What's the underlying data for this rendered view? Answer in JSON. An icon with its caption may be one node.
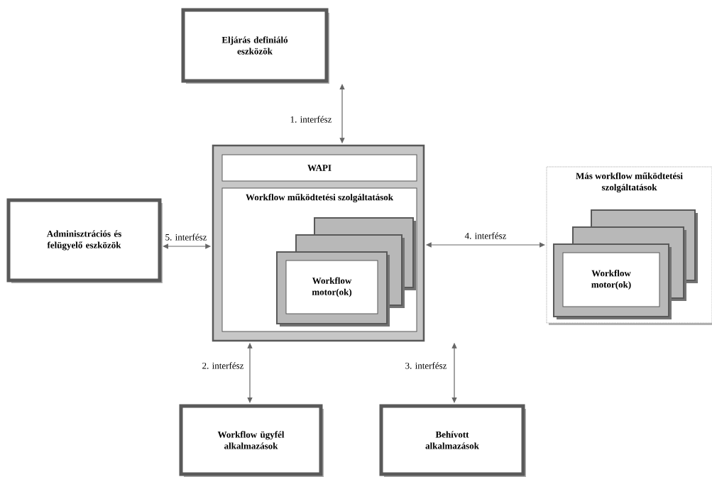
{
  "diagram": {
    "nodes": [
      {
        "text": [
          "Eljárás definiáló eszközök"
        ]
      },
      {
        "text": [],
        "shape": "box"
      },
      {
        "text": [
          "WAPI"
        ],
        "in": 1
      },
      {
        "text": [
          "Workflow működtetési szolgáltatások"
        ],
        "in": 1
      },
      {
        "text": [
          "Workflow motor(ok)"
        ],
        "in": 3
      },
      {
        "text": [
          "Adminisztrációs és felügyelő eszközök"
        ]
      },
      {
        "text": [
          "Más workflow működtetési szolgáltatások"
        ]
      },
      {
        "text": [
          "Workflow motor(ok)"
        ],
        "in": 6
      },
      {
        "text": [
          "Workflow ügyfél alkalmazások"
        ]
      },
      {
        "text": [
          "Behívott alkalmazások"
        ]
      }
    ],
    "edges": [
      {
        "from": 0,
        "to": 1,
        "arrow": "both",
        "label": "1. interfész"
      },
      {
        "from": 1,
        "to": 8,
        "arrow": "both",
        "label": "2. interfész"
      },
      {
        "from": 1,
        "to": 9,
        "arrow": "both",
        "label": "3. interfész"
      },
      {
        "from": 1,
        "to": 6,
        "arrow": "both",
        "label": "4. interfész"
      },
      {
        "from": 5,
        "to": 1,
        "arrow": "both",
        "label": "5. interfész"
      }
    ]
  }
}
